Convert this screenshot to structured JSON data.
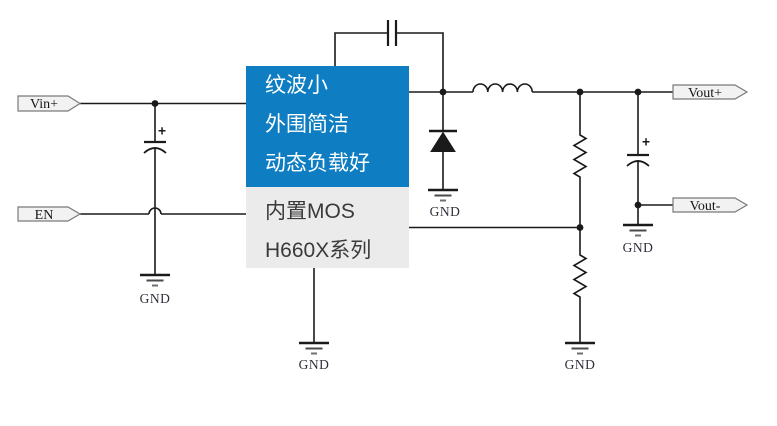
{
  "callouts": {
    "features": {
      "lines": [
        "纹波小",
        "外围简洁",
        "动态负载好"
      ]
    },
    "chip": {
      "lines": [
        "内置MOS",
        "H660X系列"
      ]
    }
  },
  "net_labels": {
    "vin_plus": "Vin+",
    "en": "EN",
    "vout_plus": "Vout+",
    "vout_minus": "Vout-"
  },
  "ground_label": "GND",
  "polarity_mark": "+",
  "schematic": {
    "type": "buck-converter-application-circuit",
    "component_icons": [
      "input-capacitor-icon",
      "bootstrap-capacitor-icon",
      "freewheel-diode-icon",
      "inductor-icon",
      "upper-feedback-resistor-icon",
      "lower-feedback-resistor-icon",
      "output-capacitor-icon",
      "ground-icon",
      "wire-hop-icon",
      "junction-dot"
    ]
  },
  "colors": {
    "wire": "#1a1a1a",
    "accent_blue": "#0f7dc2",
    "panel_gray": "#ebebeb",
    "label_fill": "#f2f2f2",
    "label_border": "#7a7a7a",
    "feature_text": "#ffffff",
    "chip_text": "#3a3a3a"
  }
}
